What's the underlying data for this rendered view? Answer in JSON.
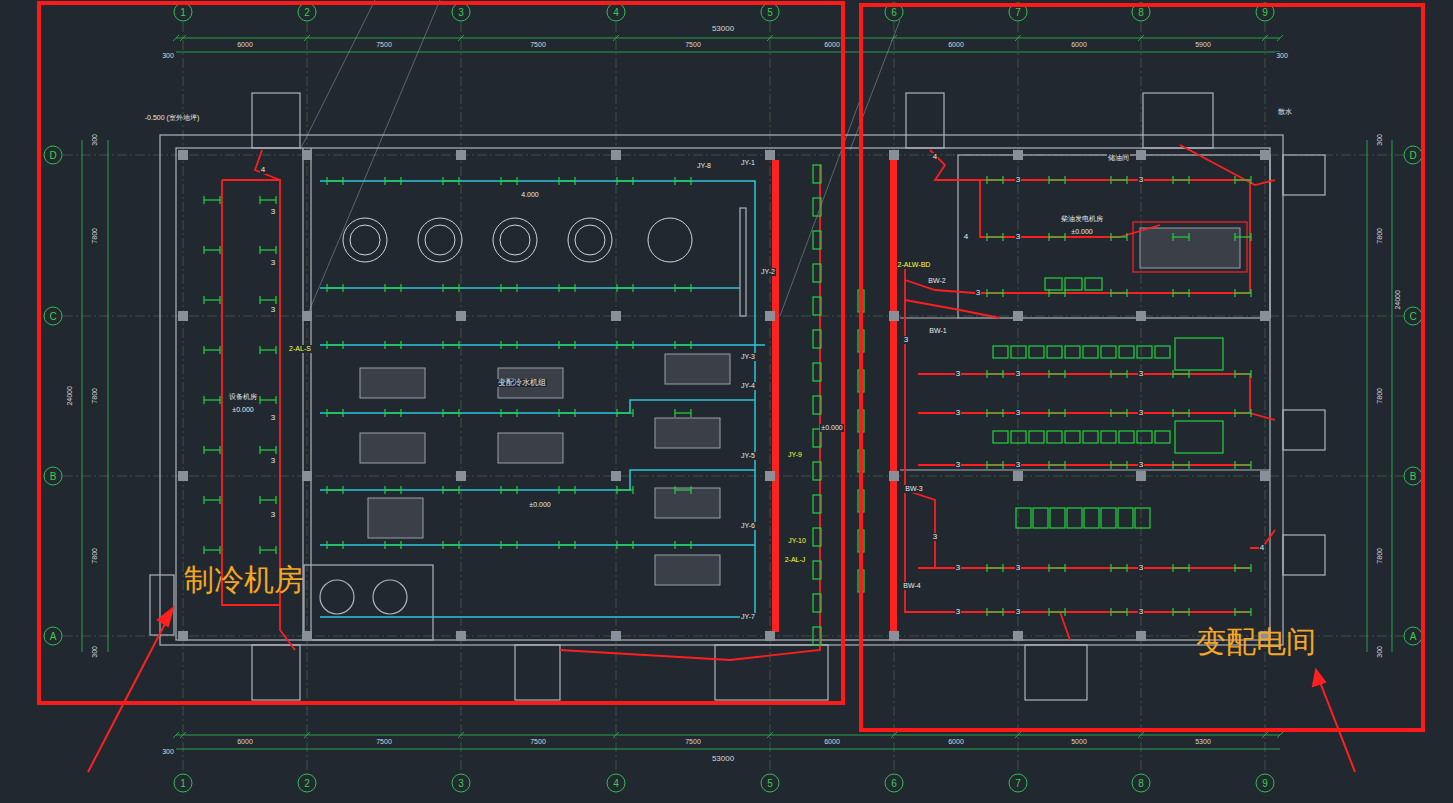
{
  "diagram": {
    "nodes": [
      {
        "text": [
          "制冷机房"
        ]
      },
      {
        "text": [
          "变配电间"
        ]
      }
    ],
    "labels": [
      "1",
      "2",
      "3",
      "4",
      "5",
      "6",
      "7",
      "8",
      "9",
      "1",
      "2",
      "3",
      "4",
      "5",
      "6",
      "7",
      "8",
      "9",
      "D",
      "C",
      "B",
      "A",
      "D",
      "C",
      "B",
      "A",
      "53000",
      "300",
      "6000",
      "7500",
      "7500",
      "7500",
      "6000",
      "6000",
      "6000",
      "5900",
      "300",
      "300",
      "6000",
      "7500",
      "7500",
      "7500",
      "6000",
      "6000",
      "5000",
      "5300",
      "53000",
      "300",
      "7800",
      "24000",
      "7800",
      "7800",
      "300",
      "300",
      "7800",
      "24000",
      "7800",
      "7800",
      "300",
      "JY-8",
      "JY-1",
      "JY-2",
      "JY-3",
      "JY-4",
      "JY-5",
      "JY-6",
      "JY-7",
      "JY-9",
      "JY-10",
      "2-AL-J",
      "2-AL-S",
      "2-ALW-BD",
      "BW-1",
      "BW-2",
      "BW-3",
      "BW-4",
      "-0.500 (室外地坪)",
      "设备机房",
      "±0.000",
      "4.000",
      "变配冷水机组",
      "±0.000",
      "柴油发电机房",
      "±0.000",
      "储油间",
      "散水",
      "±0.000",
      "3",
      "3",
      "3",
      "3",
      "3",
      "3",
      "3",
      "3",
      "3",
      "3",
      "3",
      "3",
      "3",
      "3",
      "3",
      "3",
      "3",
      "3",
      "3",
      "3",
      "3",
      "3",
      "3",
      "3",
      "3",
      "3",
      "3",
      "4",
      "4",
      "4",
      "4"
    ]
  }
}
